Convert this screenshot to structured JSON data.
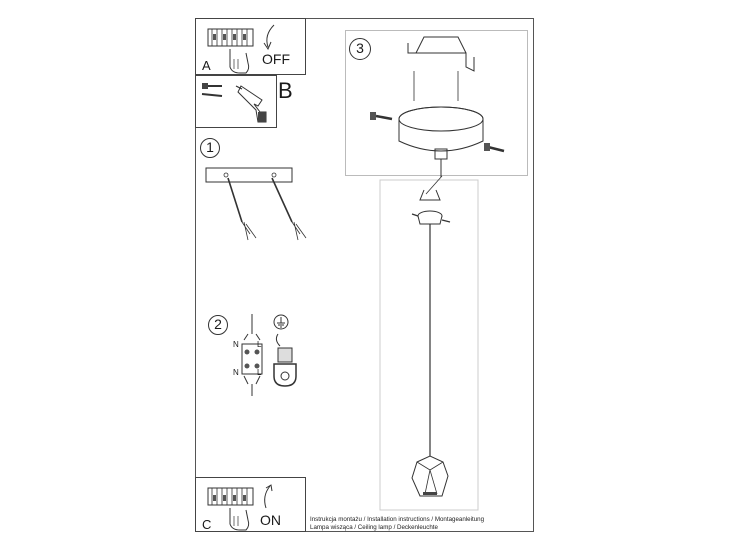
{
  "step_a": {
    "letter": "A",
    "action": "OFF"
  },
  "step_b": {
    "letter": "B"
  },
  "step_c": {
    "letter": "C",
    "action": "ON"
  },
  "step_1": {
    "number": "1"
  },
  "step_2": {
    "number": "2",
    "terminal_labels": [
      "N",
      "L",
      "N",
      "L"
    ]
  },
  "step_3": {
    "number": "3"
  },
  "caption": {
    "line1": "Instrukcja montażu / Installation instructions / Montageanleitung",
    "line2": "Lampa wisząca / Ceiling lamp / Deckenleuchte"
  },
  "icons": [
    "circuit-breaker-icon",
    "hand-icon",
    "arrow-icon",
    "screwdriver-icon",
    "drill-icon",
    "ground-symbol-icon",
    "screw-icon",
    "ceiling-canopy-icon",
    "geometric-shade-icon"
  ],
  "colors": {
    "line": "#333333",
    "background": "#ffffff"
  }
}
